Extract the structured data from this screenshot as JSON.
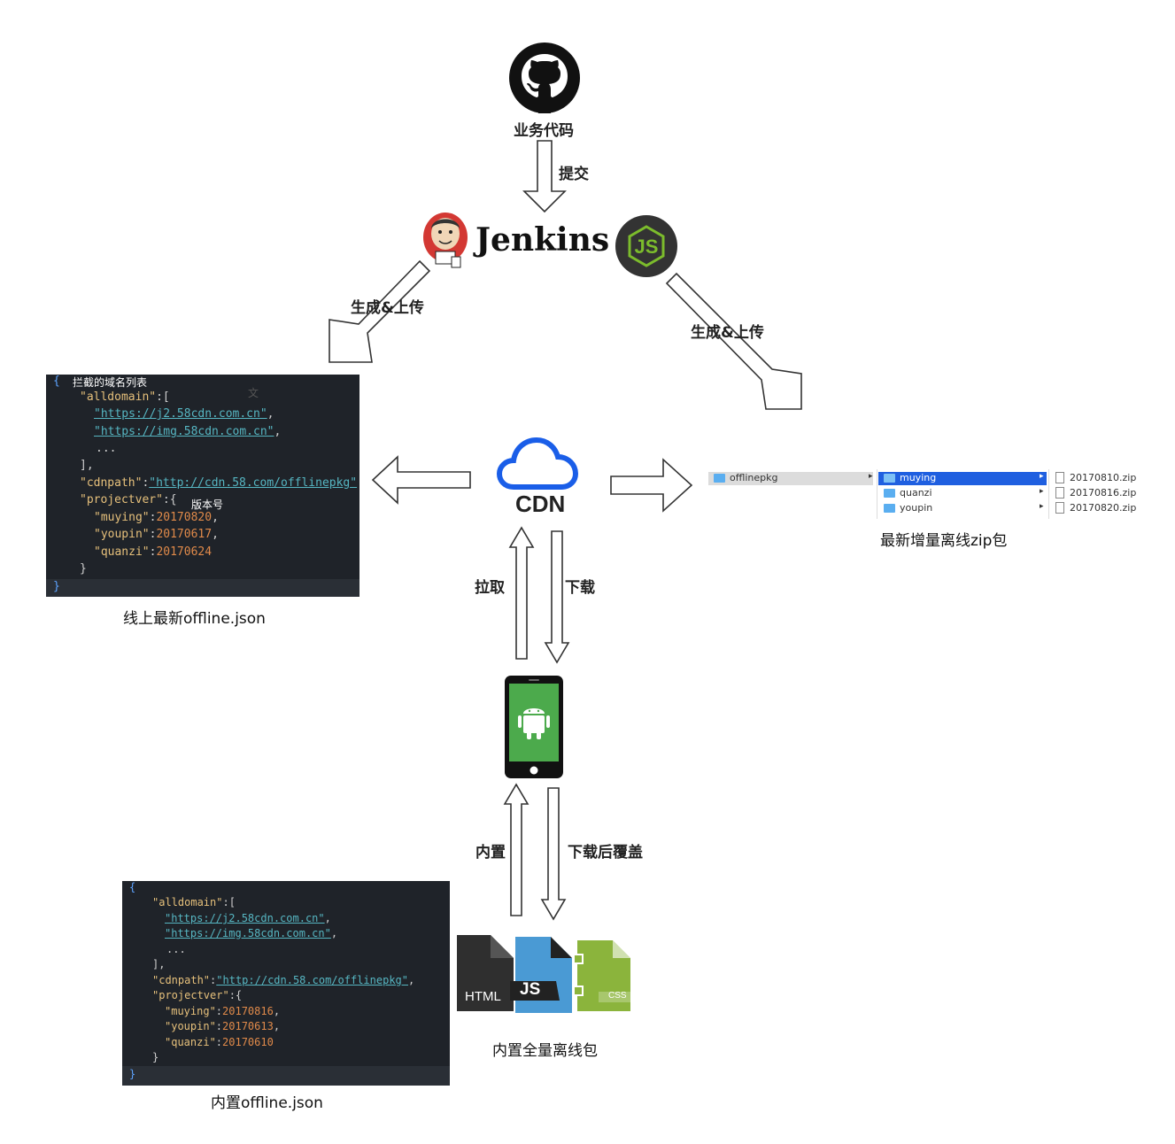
{
  "github": {
    "label": "业务代码",
    "icon": "github-icon"
  },
  "commit_label": "提交",
  "jenkins": {
    "title": "Jenkins",
    "nodejs_icon": "nodejs-icon"
  },
  "left_upload_label": "生成&上传",
  "right_upload_label": "生成&上传",
  "cdn": {
    "label": "CDN",
    "icon": "cloud-icon"
  },
  "pull_label": "拉取",
  "download_label": "下载",
  "builtin_label": "内置",
  "download_overwrite_label": "下载后覆盖",
  "online_json": {
    "caption": "线上最新offline.json",
    "note_domain": "拦截的域名列表",
    "note_version": "版本号",
    "note_char": "文",
    "lines": {
      "l0": "{",
      "l1_key": "\"alldomain\"",
      "l1_rest": ":[",
      "l2": "\"https://j2.58cdn.com.cn\"",
      "l3": "\"https://img.58cdn.com.cn\"",
      "l4": "...",
      "l5": "],",
      "l6_key": "\"cdnpath\"",
      "l6_val": "\"http://cdn.58.com/offlinepkg\"",
      "l7_key": "\"projectver\"",
      "l7_rest": ":{",
      "l8_key": "\"muying\"",
      "l8_val": "20170820",
      "l9_key": "\"youpin\"",
      "l9_val": "20170617",
      "l10_key": "\"quanzi\"",
      "l10_val": "20170624",
      "l11": "}",
      "l12": "}"
    }
  },
  "builtin_json": {
    "caption": "内置offline.json",
    "lines": {
      "l0": "{",
      "l1_key": "\"alldomain\"",
      "l1_rest": ":[",
      "l2": "\"https://j2.58cdn.com.cn\"",
      "l3": "\"https://img.58cdn.com.cn\"",
      "l4": "...",
      "l5": "],",
      "l6_key": "\"cdnpath\"",
      "l6_val": "\"http://cdn.58.com/offlinepkg\"",
      "l7_key": "\"projectver\"",
      "l7_rest": ":{",
      "l8_key": "\"muying\"",
      "l8_val": "20170816",
      "l9_key": "\"youpin\"",
      "l9_val": "20170613",
      "l10_key": "\"quanzi\"",
      "l10_val": "20170610",
      "l11": "}",
      "l12": "}"
    }
  },
  "finder": {
    "caption": "最新增量离线zip包",
    "col1": [
      "offlinepkg"
    ],
    "col2": [
      "muying",
      "quanzi",
      "youpin"
    ],
    "col3": [
      "20170810.zip",
      "20170816.zip",
      "20170820.zip"
    ]
  },
  "phone": {
    "icon": "android-icon"
  },
  "files": {
    "caption": "内置全量离线包",
    "html_label": "HTML",
    "js_label": "JS",
    "css_label": "CSS"
  },
  "colors": {
    "cdn_blue": "#1a5ee8",
    "code_bg": "#1f2329",
    "android_green": "#4caa4c",
    "js_blue": "#4a9ad4",
    "css_green": "#8bb43c",
    "node_dark": "#333333",
    "node_green": "#7cbc2c"
  }
}
